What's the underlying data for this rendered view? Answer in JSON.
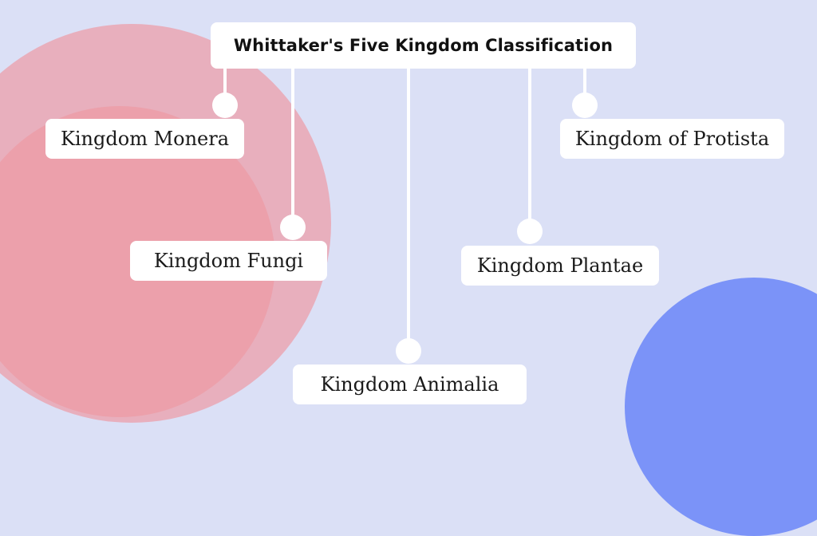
{
  "diagram": {
    "title": "Whittaker's Five Kingdom Classification",
    "nodes": [
      {
        "id": "monera",
        "label": "Kingdom Monera"
      },
      {
        "id": "fungi",
        "label": "Kingdom Fungi"
      },
      {
        "id": "animalia",
        "label": "Kingdom Animalia"
      },
      {
        "id": "plantae",
        "label": "Kingdom Plantae"
      },
      {
        "id": "protista",
        "label": "Kingdom of Protista"
      }
    ]
  },
  "colors": {
    "background": "#dbe0f6",
    "pink_outer": "#e8afbd",
    "pink_inner": "#eca0ab",
    "blue_circle": "#7b93f8",
    "box_fill": "#ffffff",
    "connector": "#ffffff"
  }
}
